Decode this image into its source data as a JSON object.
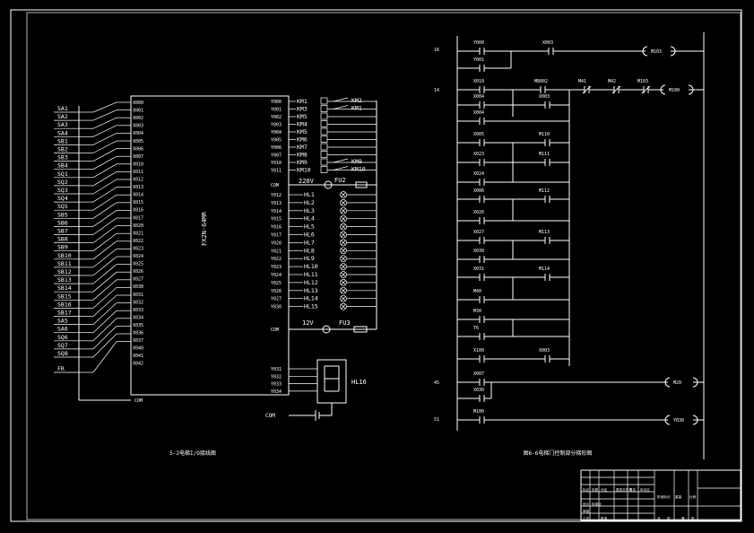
{
  "plc_wiring": {
    "title": "5-2电梯I/O接线图",
    "plc_model": "FX2N-64MR",
    "left_labels": [
      "SA1",
      "SA2",
      "SA3",
      "SA4",
      "SB1",
      "SB2",
      "SB3",
      "SB4",
      "SQ1",
      "SQ2",
      "SQ3",
      "SQ4",
      "SQ5",
      "SB5",
      "SB6",
      "SB7",
      "SB8",
      "SB9",
      "SB10",
      "SB11",
      "SB12",
      "SB13",
      "SB14",
      "SB15",
      "SB16",
      "SB17",
      "SA5",
      "SA6",
      "SQ6",
      "SQ7",
      "SQ8",
      "FR"
    ],
    "inputs": [
      "X000",
      "X001",
      "X002",
      "X003",
      "X004",
      "X005",
      "X006",
      "X007",
      "X010",
      "X011",
      "X012",
      "X013",
      "X014",
      "X015",
      "X016",
      "X017",
      "X020",
      "X021",
      "X022",
      "X023",
      "X024",
      "X025",
      "X026",
      "X027",
      "X030",
      "X031",
      "X032",
      "X033",
      "X034",
      "X035",
      "X036",
      "X037",
      "X040",
      "X041",
      "X042"
    ],
    "com_left": "COM",
    "outputs_a": [
      "Y000",
      "Y001",
      "Y002",
      "Y003",
      "Y004",
      "Y005",
      "Y006",
      "Y007",
      "Y010",
      "Y011"
    ],
    "km_labels": [
      "KM1",
      "KM3",
      "KM5",
      "KM4",
      "KM5",
      "KM6",
      "KM7",
      "KM8",
      "KM9",
      "KM10"
    ],
    "km_right": [
      {
        "label": "KM2",
        "row": 0
      },
      {
        "label": "KM1",
        "row": 1
      },
      {
        "label": "KM9",
        "row": 8
      },
      {
        "label": "KM10",
        "row": 9
      }
    ],
    "com1": "COM",
    "v220": "220V",
    "fu2": "FU2",
    "outputs_b": [
      "Y012",
      "Y013",
      "Y014",
      "Y015",
      "Y016",
      "Y017",
      "Y020",
      "Y021",
      "Y022",
      "Y023",
      "Y024",
      "Y025",
      "Y026",
      "Y027",
      "Y030"
    ],
    "hl_labels": [
      "HL1",
      "HL2",
      "HL3",
      "HL4",
      "HL5",
      "HL6",
      "HL7",
      "HL8",
      "HL9",
      "HL10",
      "HL11",
      "HL12",
      "HL13",
      "HL14",
      "HL15"
    ],
    "com2": "COM",
    "v12": "12V",
    "fu3": "FU3",
    "outputs_c": [
      "Y031",
      "Y032",
      "Y033",
      "Y034"
    ],
    "hl16": "HL16",
    "com3": "COM"
  },
  "ladder": {
    "title": "图6-6电梯门控制部分梯形图",
    "rung_numbers": [
      "16",
      "14",
      "45",
      "51"
    ],
    "contacts": [
      "Y000",
      "Y001",
      "X010",
      "X004",
      "X004",
      "X005",
      "X023",
      "X024",
      "X006",
      "X026",
      "X027",
      "X030",
      "X031",
      "M40",
      "M30",
      "T6",
      "X100",
      "X007",
      "X030",
      "M100",
      "X003",
      "M8002",
      "M41",
      "M42",
      "M103",
      "X003",
      "M110",
      "M111",
      "M112",
      "M113",
      "M114",
      "X003"
    ],
    "coils": [
      "M103",
      "M100",
      "M20",
      "Y030"
    ]
  },
  "title_block": {
    "cells": [
      "标记",
      "处数",
      "分区",
      "更改文件号",
      "签名",
      "年月日",
      "设计",
      "标准化",
      "阶段标记",
      "重量",
      "比例",
      "审核",
      "工艺",
      "批准",
      "共",
      "张",
      "第",
      "张"
    ]
  }
}
